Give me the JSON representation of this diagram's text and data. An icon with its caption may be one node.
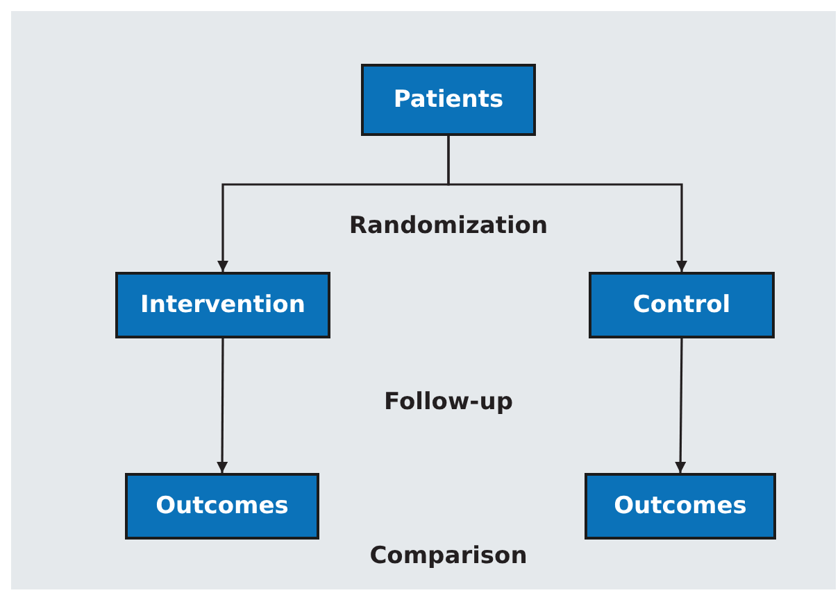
{
  "diagram": {
    "nodes": [
      {
        "text": [
          "Patients"
        ]
      },
      {
        "text": [
          "Intervention"
        ]
      },
      {
        "text": [
          "Control"
        ]
      },
      {
        "text": [
          "Outcomes"
        ]
      },
      {
        "text": [
          "Outcomes"
        ]
      }
    ],
    "edges": [
      {
        "from": 0,
        "to": 1,
        "arrow": "to"
      },
      {
        "from": 0,
        "to": 2,
        "arrow": "to"
      },
      {
        "from": 1,
        "to": 3,
        "arrow": "to"
      },
      {
        "from": 2,
        "to": 4,
        "arrow": "to"
      }
    ],
    "labels": [
      "Randomization",
      "Follow-up",
      "Comparison"
    ]
  }
}
